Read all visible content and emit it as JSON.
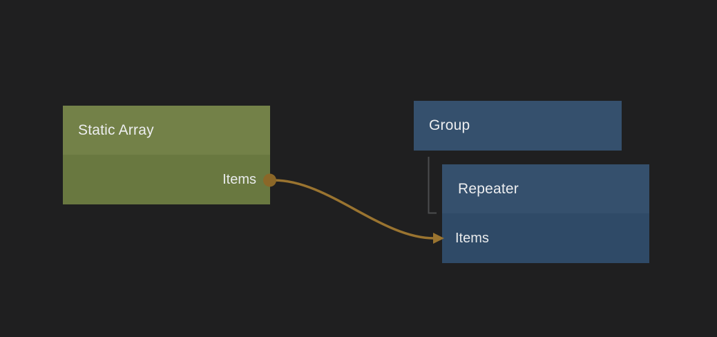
{
  "canvas": {
    "background_color": "#1f1f20",
    "text_color": "#edeef0"
  },
  "nodes": [
    {
      "id": "static-array",
      "title": "Static Array",
      "header_color": "#738148",
      "body_color": "#697840",
      "ports": [
        {
          "label": "Items",
          "direction": "output",
          "side": "right",
          "dot_color": "#8b6728"
        }
      ]
    },
    {
      "id": "group",
      "title": "Group",
      "header_color": "#35506d",
      "ports": []
    },
    {
      "id": "repeater",
      "title": "Repeater",
      "header_color": "#35506d",
      "body_color": "#2f4a67",
      "ports": [
        {
          "label": "Items",
          "direction": "input",
          "side": "left"
        }
      ]
    }
  ],
  "edges": [
    {
      "from_node": "Static Array",
      "from_port": "Items",
      "to_node": "Repeater",
      "to_port": "Items",
      "color": "#9a7430"
    }
  ],
  "hierarchy_links": [
    {
      "parent": "Group",
      "child": "Repeater",
      "line_color": "#4b4c4e"
    }
  ]
}
